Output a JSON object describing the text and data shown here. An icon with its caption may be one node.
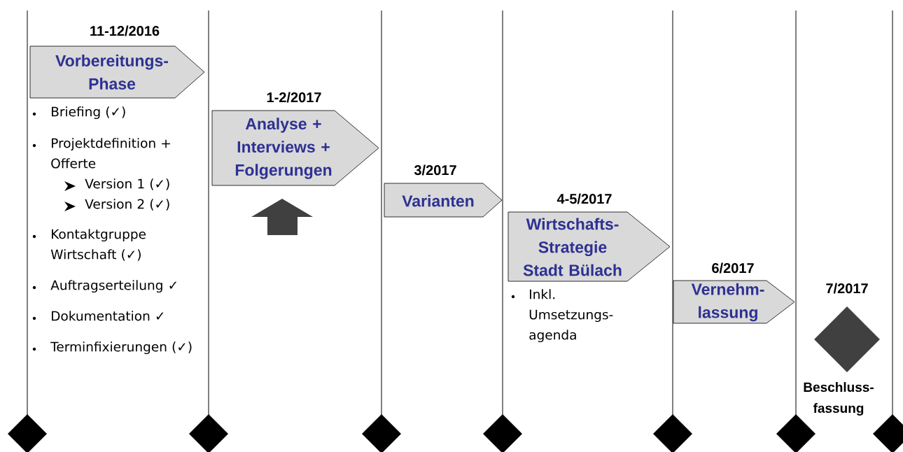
{
  "diagram": {
    "nodes": [
      {
        "text": [
          "11-12/2016",
          "Vorbereitungs- Phase"
        ]
      },
      {
        "text": [
          "1-2/2017",
          "Analyse + Interviews + Folgerungen"
        ]
      },
      {
        "text": [
          "3/2017",
          "Varianten"
        ]
      },
      {
        "text": [
          "4-5/2017",
          "Wirtschafts- Strategie Stadt Bülach"
        ]
      },
      {
        "text": [
          "6/2017",
          "Vernehm- lassung"
        ]
      },
      {
        "text": [],
        "shape": "diamond",
        "beside": [
          "7/2017",
          "Beschluss- fassung"
        ]
      }
    ],
    "labels": [
      "Briefing  (✓)",
      "Projektdefinition + Offerte",
      "Version 1  (✓)",
      "Version 2  (✓)",
      "Kontaktgruppe Wirtschaft (✓)",
      "Auftragserteilung ✓",
      "Dokumentation ✓",
      "Terminfixierungen (✓)",
      "Inkl. Umsetzungs- agenda"
    ]
  }
}
